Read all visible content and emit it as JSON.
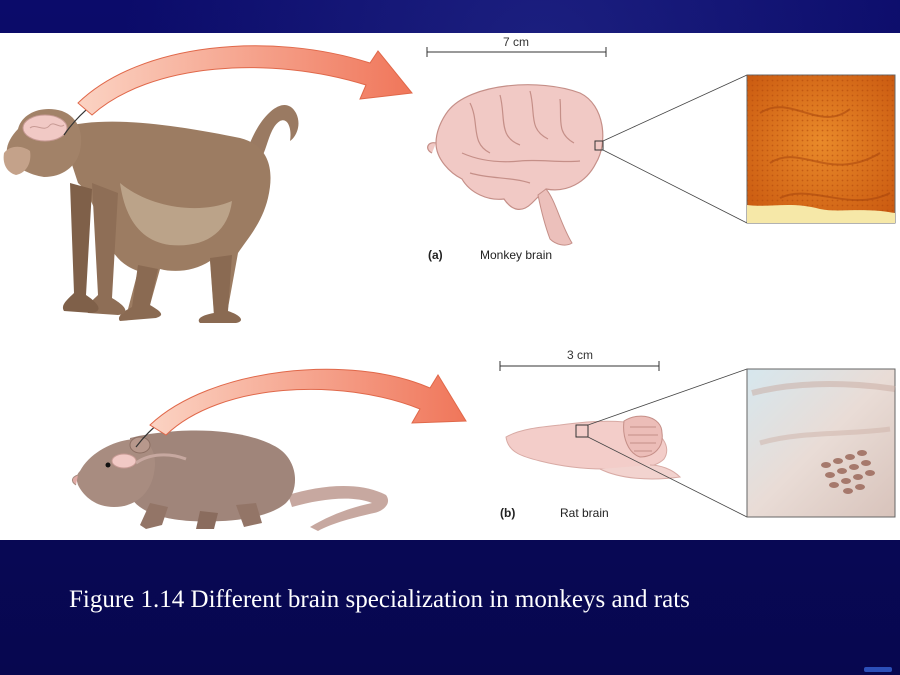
{
  "caption": "Figure 1.14 Different brain specialization in monkeys and rats",
  "panel_a": {
    "letter": "(a)",
    "label": "Monkey brain",
    "scale": "7 cm"
  },
  "panel_b": {
    "letter": "(b)",
    "label": "Rat brain",
    "scale": "3 cm"
  },
  "colors": {
    "background": "#0a0a5e",
    "arrow": "#f28a6a",
    "monkey_fur": "#9a7a62",
    "rat_fur": "#a0857a",
    "brain": "#f1c9c5",
    "cortex_stain": "#e2781e",
    "caption_text": "#ffffff"
  }
}
